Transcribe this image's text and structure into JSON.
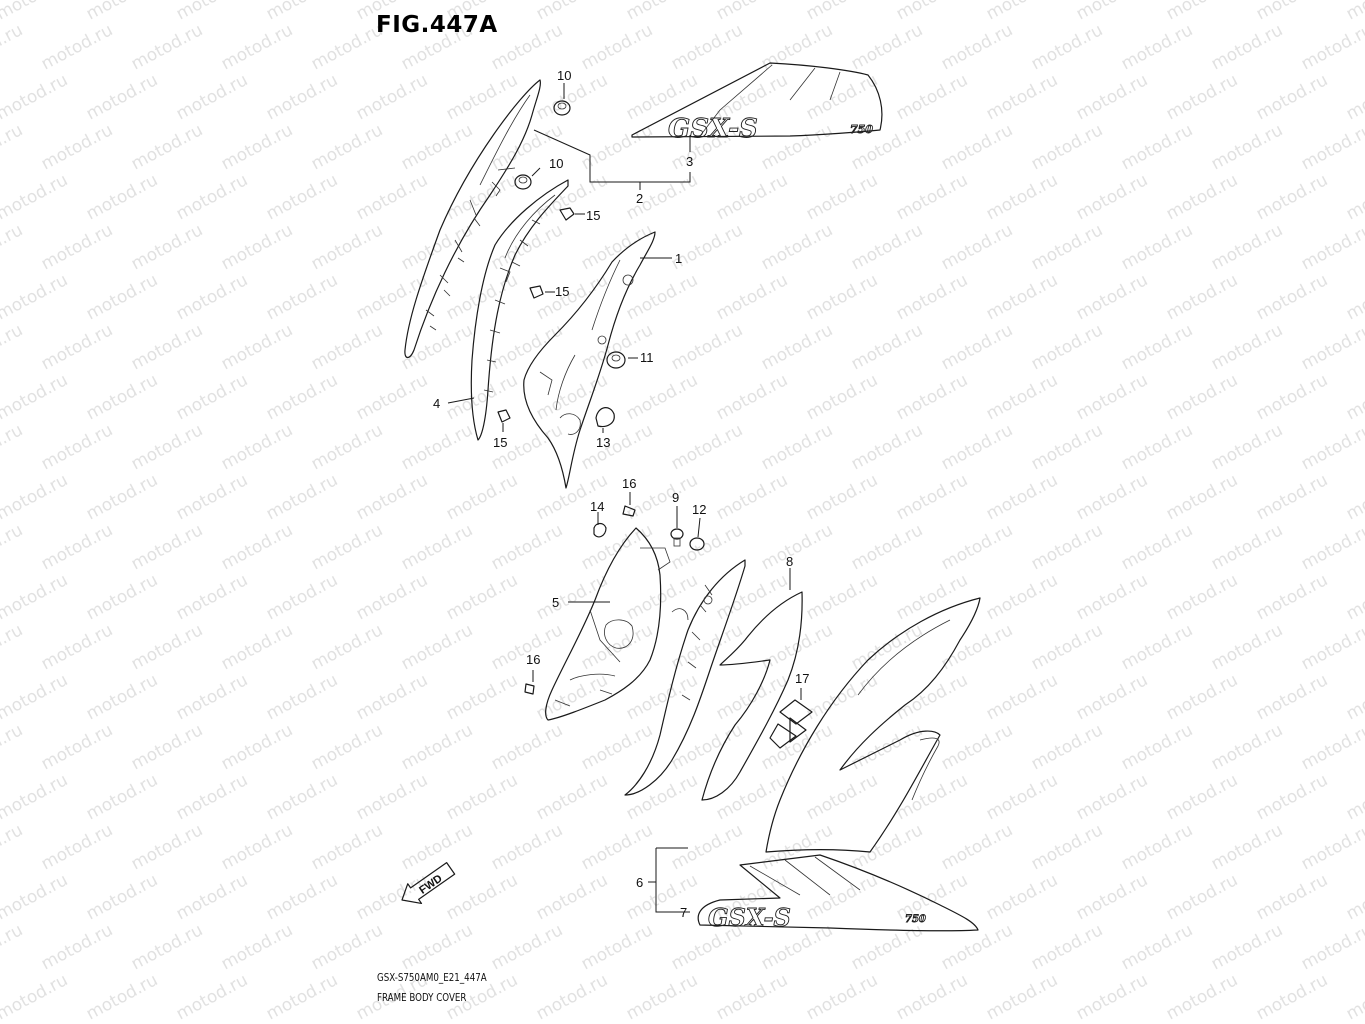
{
  "figure": {
    "title": "FIG.447A",
    "model_code": "GSX-S750AM0_E21_447A",
    "assembly_name": "FRAME BODY COVER"
  },
  "watermark": {
    "text": "motod.ru"
  },
  "fwd_arrow": {
    "label": "FWD"
  },
  "emblems": {
    "model_logo": "GSX-S",
    "model_logo_suffix": "750"
  },
  "callouts": [
    {
      "id": "c-1",
      "label": "1"
    },
    {
      "id": "c-2",
      "label": "2"
    },
    {
      "id": "c-3",
      "label": "3"
    },
    {
      "id": "c-4",
      "label": "4"
    },
    {
      "id": "c-5",
      "label": "5"
    },
    {
      "id": "c-6",
      "label": "6"
    },
    {
      "id": "c-7",
      "label": "7"
    },
    {
      "id": "c-8",
      "label": "8"
    },
    {
      "id": "c-9",
      "label": "9"
    },
    {
      "id": "c-10a",
      "label": "10"
    },
    {
      "id": "c-10b",
      "label": "10"
    },
    {
      "id": "c-11",
      "label": "11"
    },
    {
      "id": "c-12",
      "label": "12"
    },
    {
      "id": "c-13",
      "label": "13"
    },
    {
      "id": "c-14",
      "label": "14"
    },
    {
      "id": "c-15a",
      "label": "15"
    },
    {
      "id": "c-15b",
      "label": "15"
    },
    {
      "id": "c-15c",
      "label": "15"
    },
    {
      "id": "c-16a",
      "label": "16"
    },
    {
      "id": "c-16b",
      "label": "16"
    },
    {
      "id": "c-17",
      "label": "17"
    }
  ]
}
